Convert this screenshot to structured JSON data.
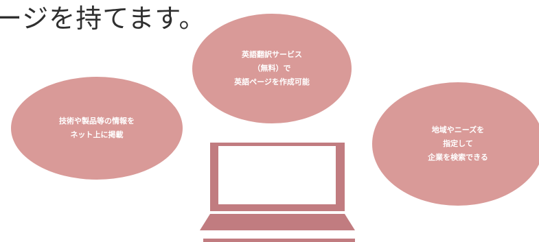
{
  "heading": "ージを持てます。",
  "bubbles": {
    "top": {
      "line1": "英語翻訳サービス",
      "line2": "（無料）で",
      "line3": "英語ページを作成可能"
    },
    "left": {
      "line1": "技術や製品等の情報を",
      "line2": "ネット上に掲載"
    },
    "right": {
      "line1": "地域やニーズを",
      "line2": "指定して",
      "line3": "企業を検索できる"
    }
  },
  "colors": {
    "bubble": "#d99a98",
    "laptop": "#c17c80",
    "laptop_screen": "#ffffff",
    "heading_text": "#2f2f2f"
  },
  "icons": {
    "laptop": "laptop-illustration"
  }
}
